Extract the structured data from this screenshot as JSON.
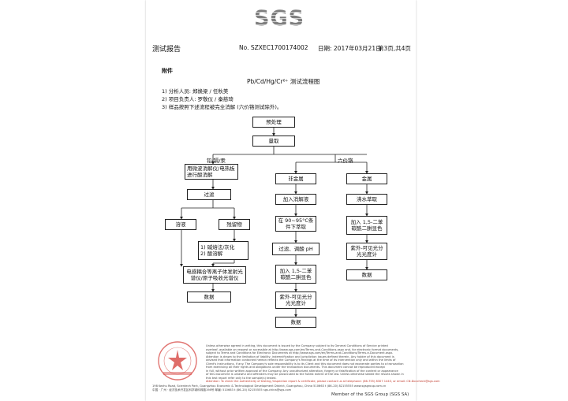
{
  "logo": "SGS",
  "header": {
    "title": "测试报告",
    "report_no": "No. SZXEC1700174002",
    "date": "日期: 2017年03月21日",
    "page": "第3页,共4页"
  },
  "section": "附件",
  "flow_title": "Pb/Cd/Hg/Cr⁶⁺ 测试流程图",
  "notes": [
    "1)    分析人员: 郑焕梁 / 任秋美",
    "2)    项目负责人: 罗敬仪 / 秦慈琦",
    "3)    样品按照下述流程被完全消解 (六价铬测试除外)。"
  ],
  "flow": {
    "pretreat": "预处理",
    "sampling": "量取",
    "branch_left": "铅/镉/汞",
    "branch_right": "六价铬",
    "l1": "用微波消解仪/电热板进行酸消解",
    "l2": "过滤",
    "l3a": "溶液",
    "l3b": "残留物",
    "l4": "1) 碱熔法/灰化\n2) 酸溶解",
    "l5": "电感耦合等离子体发射光谱仪/原子吸收光谱仪",
    "l6": "数据",
    "m1": "非金属",
    "m2": "加入消解液",
    "m3": "在 90~95°C条件下萃取",
    "m4": "过滤、调酸 pH",
    "m5": "加入 1,5-二苯碳酰二肼显色",
    "m6": "紫外-可见光分光光度计",
    "m7": "数据",
    "r1": "金属",
    "r2": "沸水萃取",
    "r3": "加入 1,5-二苯碳酰二肼显色",
    "r4": "紫外-可见光分光光度计",
    "r5": "数据"
  },
  "footer": {
    "lines": [
      "Unless otherwise agreed in writing, this document is issued by the Company subject to its General Conditions of Service printed",
      "overleaf, available on request or accessible at http://www.sgs.com/en/Terms-and-Conditions.aspx and, for electronic format documents,",
      "subject to Terms and Conditions for Electronic Documents at http://www.sgs.com/en/Terms-and-Conditions/Terms-e-Document.aspx.",
      "Attention is drawn to the limitation of liability, indemnification and jurisdiction issues defined therein. Any holder of this document is",
      "advised that information contained hereon reflects the Company's findings at the time of its intervention only and within the limits of",
      "Client's instructions, if any. The Company's sole responsibility is to its Client and this document does not exonerate parties to a transaction",
      "from exercising all their rights and obligations under the transaction documents. This document cannot be reproduced except",
      "in full, without prior written approval of the Company. Any unauthorized alteration, forgery or falsification of the content or appearance",
      "of this document is unlawful and offenders may be prosecuted to the fullest extent of the law. Unless otherwise stated the results shown in",
      "this test report refer only to the sample(s) tested."
    ],
    "red_line": "Attention: To check the authenticity of testing /inspection report & certificate, please contact us at telephone: (86-755) 8307 1443, or email: CN.Doccheck@sgs.com",
    "addr1": "198 Kezhu Road, Scientech Park, Guangzhou Economic & Technological Development District, Guangzhou, China 510663  t (86–20) 82155555  www.sgsgroup.com.cn",
    "addr2": "中国 · 广州 · 经济技术开发区科学城科珠路198号  邮编: 510663  t (86–20) 82155555  sgs.china@sgs.com",
    "member": "Member of the SGS Group (SGS SA)"
  }
}
